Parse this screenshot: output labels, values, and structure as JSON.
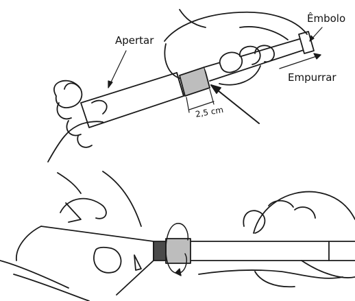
{
  "labels": {
    "apertar": "Apertar",
    "embolo": "Êmbolo",
    "empurrar": "Empurrar",
    "dimension": "2,5 cm"
  },
  "colors": {
    "line": "#1a1a1a",
    "shade": "#bdbdbd",
    "dark": "#4a4a4a"
  }
}
